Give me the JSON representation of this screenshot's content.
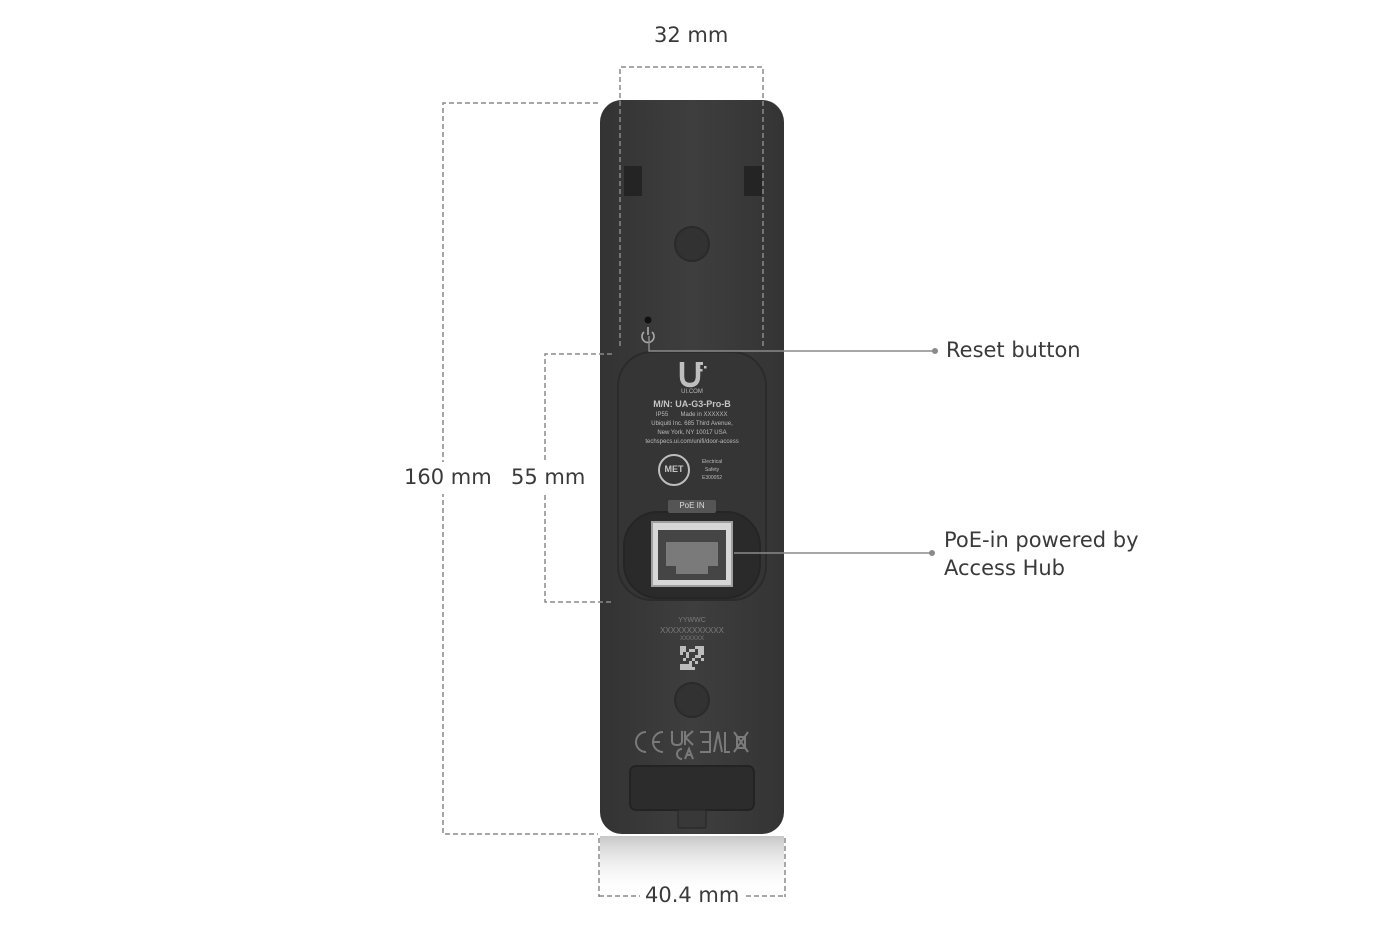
{
  "dimensions": {
    "top_width": "32 mm",
    "total_height": "160 mm",
    "label_height": "55 mm",
    "bottom_width": "40.4 mm"
  },
  "callouts": {
    "reset": "Reset button",
    "poe_line1": "PoE-in powered by",
    "poe_line2": "Access Hub"
  },
  "label": {
    "brand": "UI.COM",
    "model": "M/N: UA-G3-Pro-B",
    "rating": "IP55",
    "made_in": "Made in XXXXXX",
    "address1": "Ubiquiti Inc. 685 Third Avenue,",
    "address2": "New York, NY 10017 USA",
    "url": "techspecs.ui.com/unifi/door-access",
    "met_logo": "MET",
    "safety1": "Electrical",
    "safety2": "Safety",
    "safety3": "E300052",
    "poe_tag": "PoE IN"
  },
  "serial": {
    "line1": "YYWWC",
    "line2": "XXXXXXXXXXXX",
    "line3": "XXXXXX"
  },
  "colors": {
    "device": "#3b3b3b",
    "device_dark": "#2e2e2e",
    "leader": "#8a8a8a",
    "text": "#3a3a3a"
  }
}
